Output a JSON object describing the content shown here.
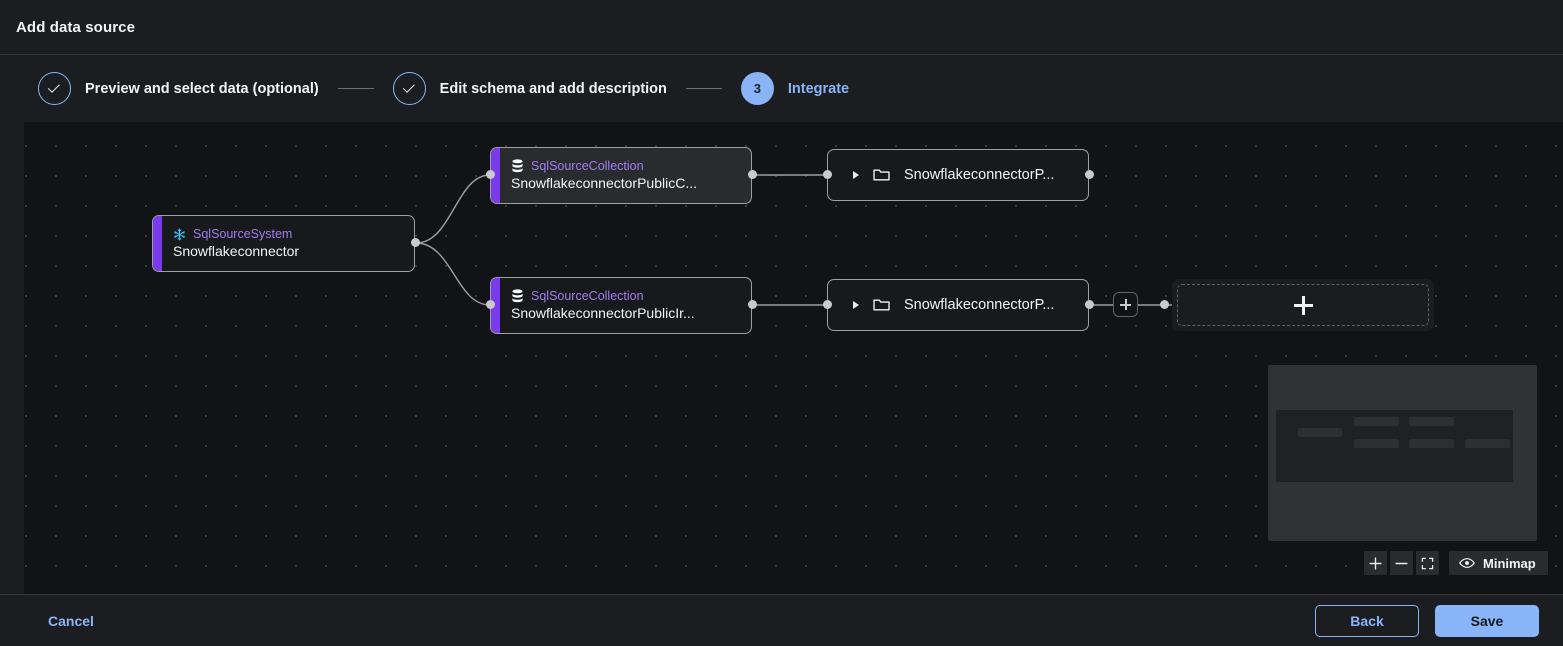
{
  "header": {
    "title": "Add data source"
  },
  "stepper": {
    "steps": [
      {
        "id": "step-1",
        "indicator": "check",
        "label": "Preview and select data (optional)",
        "state": "completed"
      },
      {
        "id": "step-2",
        "indicator": "check",
        "label": "Edit schema and add description",
        "state": "completed"
      },
      {
        "id": "step-3",
        "indicator": "3",
        "label": "Integrate",
        "state": "active"
      }
    ]
  },
  "canvas": {
    "nodes": {
      "source": {
        "type": "SqlSourceSystem",
        "name": "Snowflakeconnector",
        "icon": "snowflake-icon",
        "accent": "#7c3aed"
      },
      "collection_1": {
        "type": "SqlSourceCollection",
        "name": "SnowflakeconnectorPublicC...",
        "icon": "database-icon",
        "accent": "#7c3aed",
        "selected": true
      },
      "collection_2": {
        "type": "SqlSourceCollection",
        "name": "SnowflakeconnectorPublicIr...",
        "icon": "database-icon",
        "accent": "#7c3aed",
        "selected": false
      },
      "folder_1": {
        "name": "SnowflakeconnectorP...",
        "icon": "folder-icon",
        "caret": "collapsed",
        "accent": "#8ab4f8"
      },
      "folder_2": {
        "name": "SnowflakeconnectorP...",
        "icon": "folder-icon",
        "caret": "collapsed",
        "accent": "#8ab4f8"
      },
      "add_placeholder": {
        "icon": "plus-icon",
        "label": ""
      }
    },
    "edge_add_button": {
      "icon": "plus-icon"
    }
  },
  "controls": {
    "zoom_in": "+",
    "zoom_out": "−",
    "fit_view": "fit-view-icon",
    "minimap_label": "Minimap",
    "minimap_icon": "eye-icon"
  },
  "footer": {
    "cancel": "Cancel",
    "back": "Back",
    "save": "Save"
  },
  "colors": {
    "accent_blue": "#8ab4f8",
    "accent_purple": "#7c3aed",
    "type_text": "#a07ef0",
    "canvas_bg": "#121316",
    "panel_bg": "#1b1d21"
  }
}
